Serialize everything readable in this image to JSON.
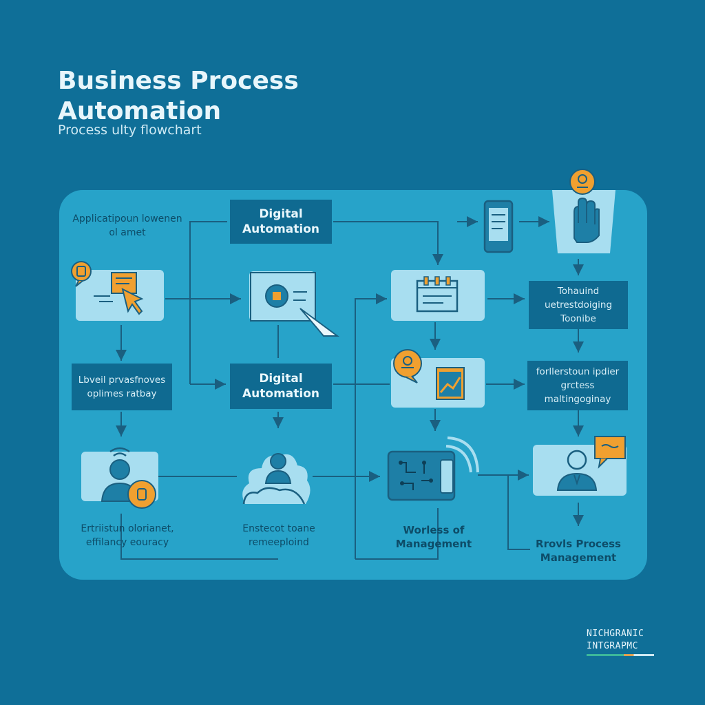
{
  "header": {
    "title": "Business Process Automation",
    "subtitle": "Process ulty flowchart"
  },
  "nodes": {
    "top_left_label": "Applicatipoun lowenen ol amet",
    "digital_automation_top": "Digital Automation",
    "digital_automation_mid": "Digital Automation",
    "left_mid_label": "Lbveil prvasfnoves oplimes ratbay",
    "right_top_label": "Tohauind uetrestdoiging Toonibe",
    "right_mid_label": "forllerstoun ipdier grctess maltingoginay",
    "bottom_left_label": "Ertriistun olorianet, effilancy eouracy",
    "bottom_center_label": "Enstecot toane remeeploind",
    "bottom_mid_label": "Worless of Management",
    "bottom_right_label": "Rrovls Process Management"
  },
  "colors": {
    "background": "#0f6f98",
    "panel": "#27a3c9",
    "card": "#a8def0",
    "dark_box": "#0f6a91",
    "accent": "#f0a030",
    "line": "#1a5f80"
  },
  "brand": {
    "line1": "NICHGRANIC",
    "line2": "INTGRAPMC"
  }
}
